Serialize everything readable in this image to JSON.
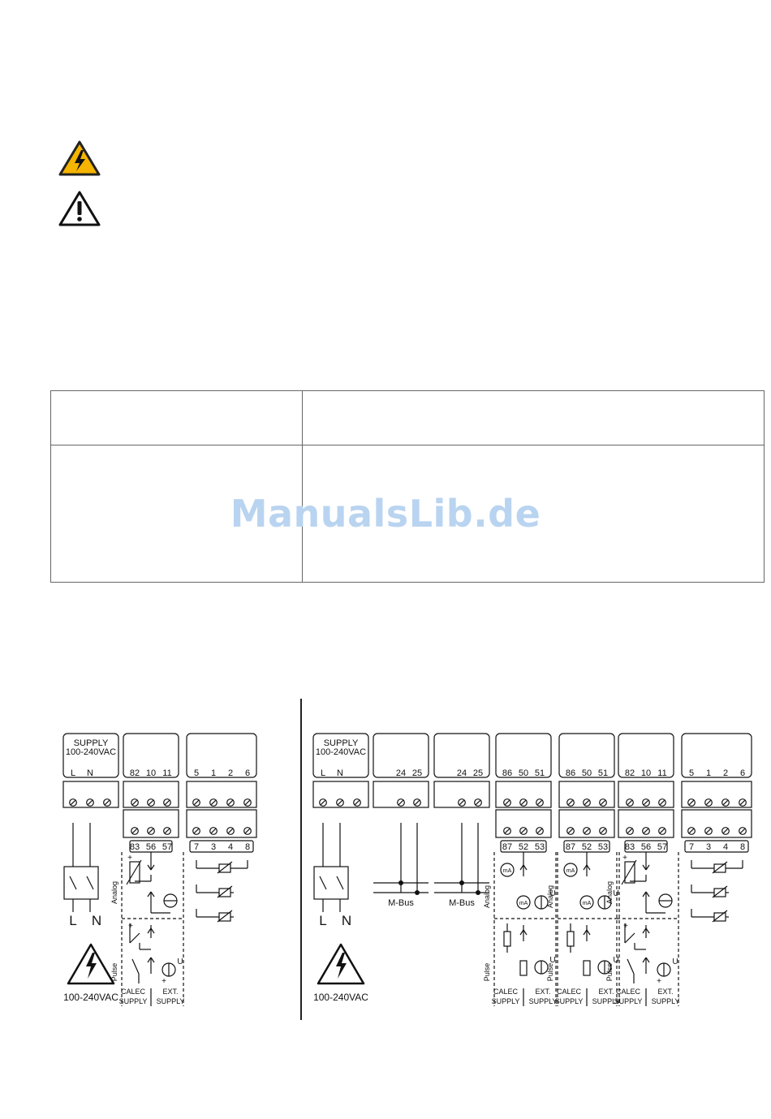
{
  "watermark": "ManualsLib.de",
  "labels": {
    "supply_line1": "SUPPLY",
    "supply_line2": "100-240VAC",
    "L": "L",
    "N": "N",
    "mbus": "M-Bus",
    "analog": "Analog",
    "pulse": "Pulse",
    "calec_supply_1": "CALEC",
    "calec_supply_2": "SUPPLY",
    "ext_supply_1": "EXT.",
    "ext_supply_2": "SUPPLY",
    "hv_caption": "100-240VAC",
    "ma": "mA",
    "U": "U",
    "plus": "+"
  },
  "terminals": {
    "supply": [
      "L",
      "N"
    ],
    "flow": [
      "82",
      "10",
      "11"
    ],
    "flow_lower": [
      "83",
      "56",
      "57"
    ],
    "temp": [
      "5",
      "1",
      "2",
      "6"
    ],
    "temp_lower": [
      "7",
      "3",
      "4",
      "8"
    ],
    "mbus": [
      "24",
      "25"
    ],
    "out": [
      "86",
      "50",
      "51"
    ],
    "out_lower": [
      "87",
      "52",
      "53"
    ]
  },
  "icons": [
    "high-voltage-warning-icon",
    "general-warning-icon"
  ]
}
